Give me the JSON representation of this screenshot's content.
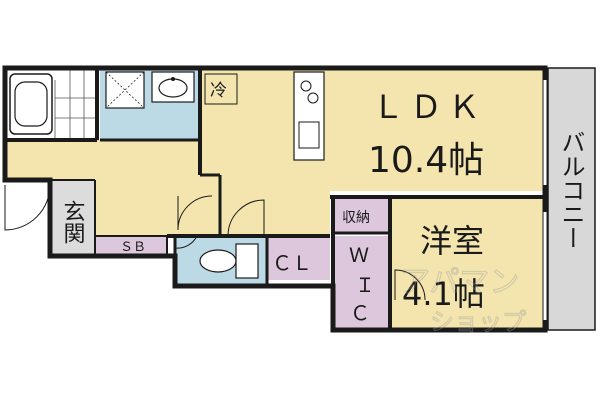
{
  "colors": {
    "wall": "#1a1a1a",
    "living": "#f3e5ad",
    "wet": "#bcd9e6",
    "storage": "#ddc7dc",
    "entrance": "#dcdcdc",
    "balcony": "#d8d8d8",
    "kitchen_fixture": "#ffffff"
  },
  "rooms": {
    "ldk_name": "ＬＤＫ",
    "ldk_size": "10.4帖",
    "western_name": "洋室",
    "western_size": "4.1帖",
    "balcony": "バルコニー",
    "entrance": "玄関",
    "shoe_box": "ＳＢ",
    "closet": "ＣＬ",
    "walk_in_closet": [
      "Ｗ",
      "Ｉ",
      "Ｃ"
    ],
    "storage": "収納",
    "fridge": "冷"
  },
  "watermark": {
    "line1": "アパマン",
    "line2": "ショップ"
  },
  "icons": [
    "bathtub-icon",
    "washbasin-icon",
    "stove-icon",
    "sink-icon",
    "toilet-icon",
    "washing-machine-pan-icon"
  ]
}
